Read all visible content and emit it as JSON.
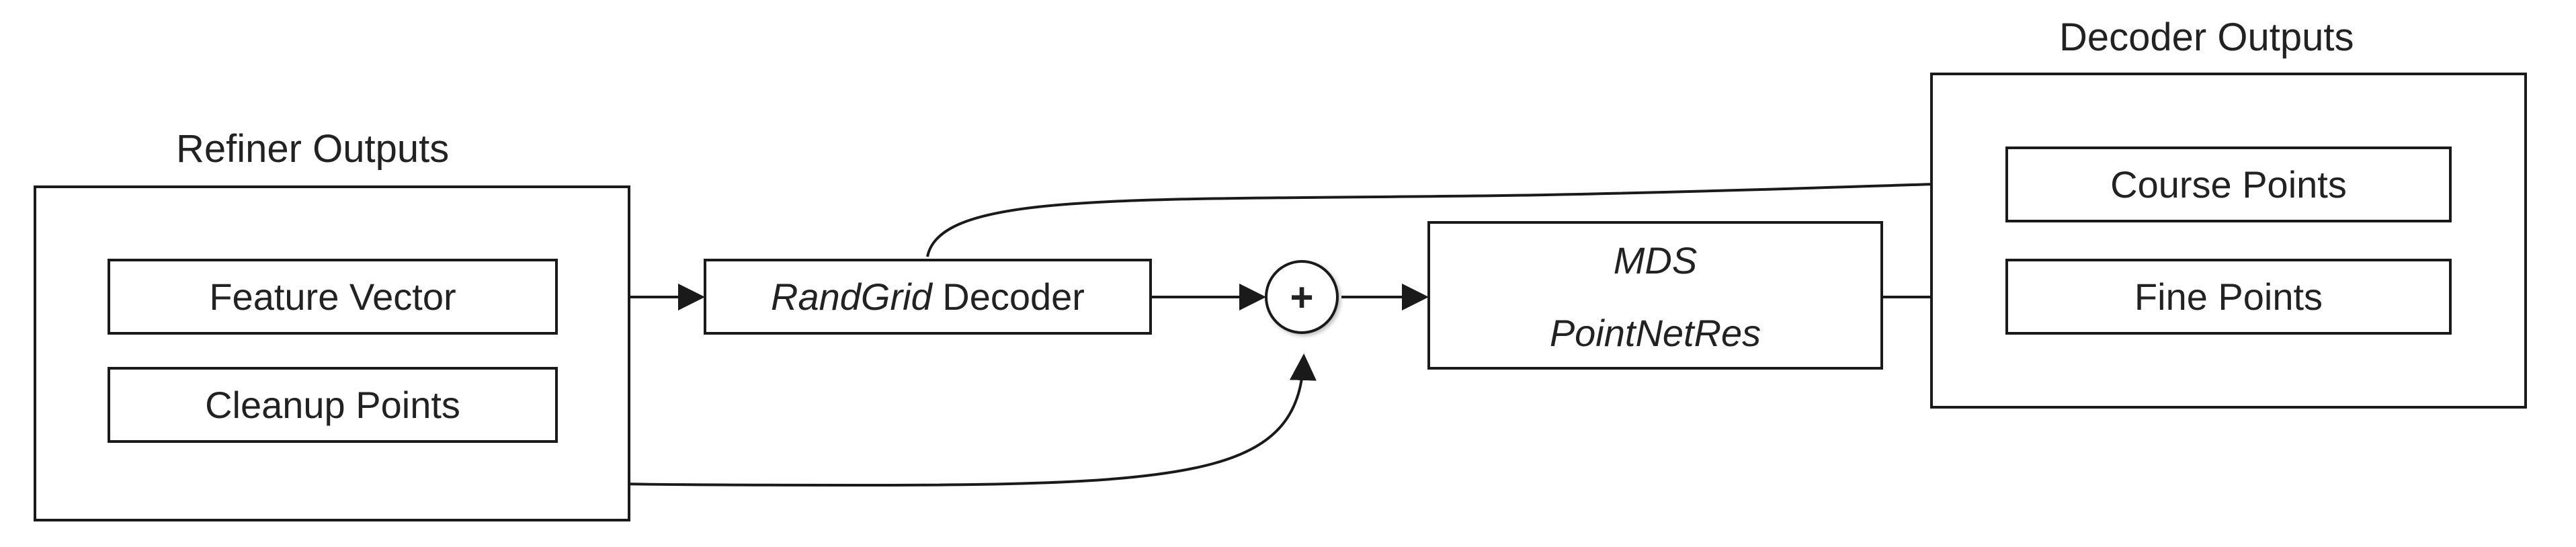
{
  "groups": {
    "refiner_title": "Refiner Outputs",
    "decoder_title": "Decoder Outputs"
  },
  "nodes": {
    "feature_vector": "Feature Vector",
    "cleanup_points": "Cleanup Points",
    "randgrid_italic": "RandGrid",
    "randgrid_rest": " Decoder",
    "sum_symbol": "+",
    "mds": "MDS",
    "pointnetres": "PointNetRes",
    "course_points": "Course Points",
    "fine_points": "Fine Points"
  }
}
